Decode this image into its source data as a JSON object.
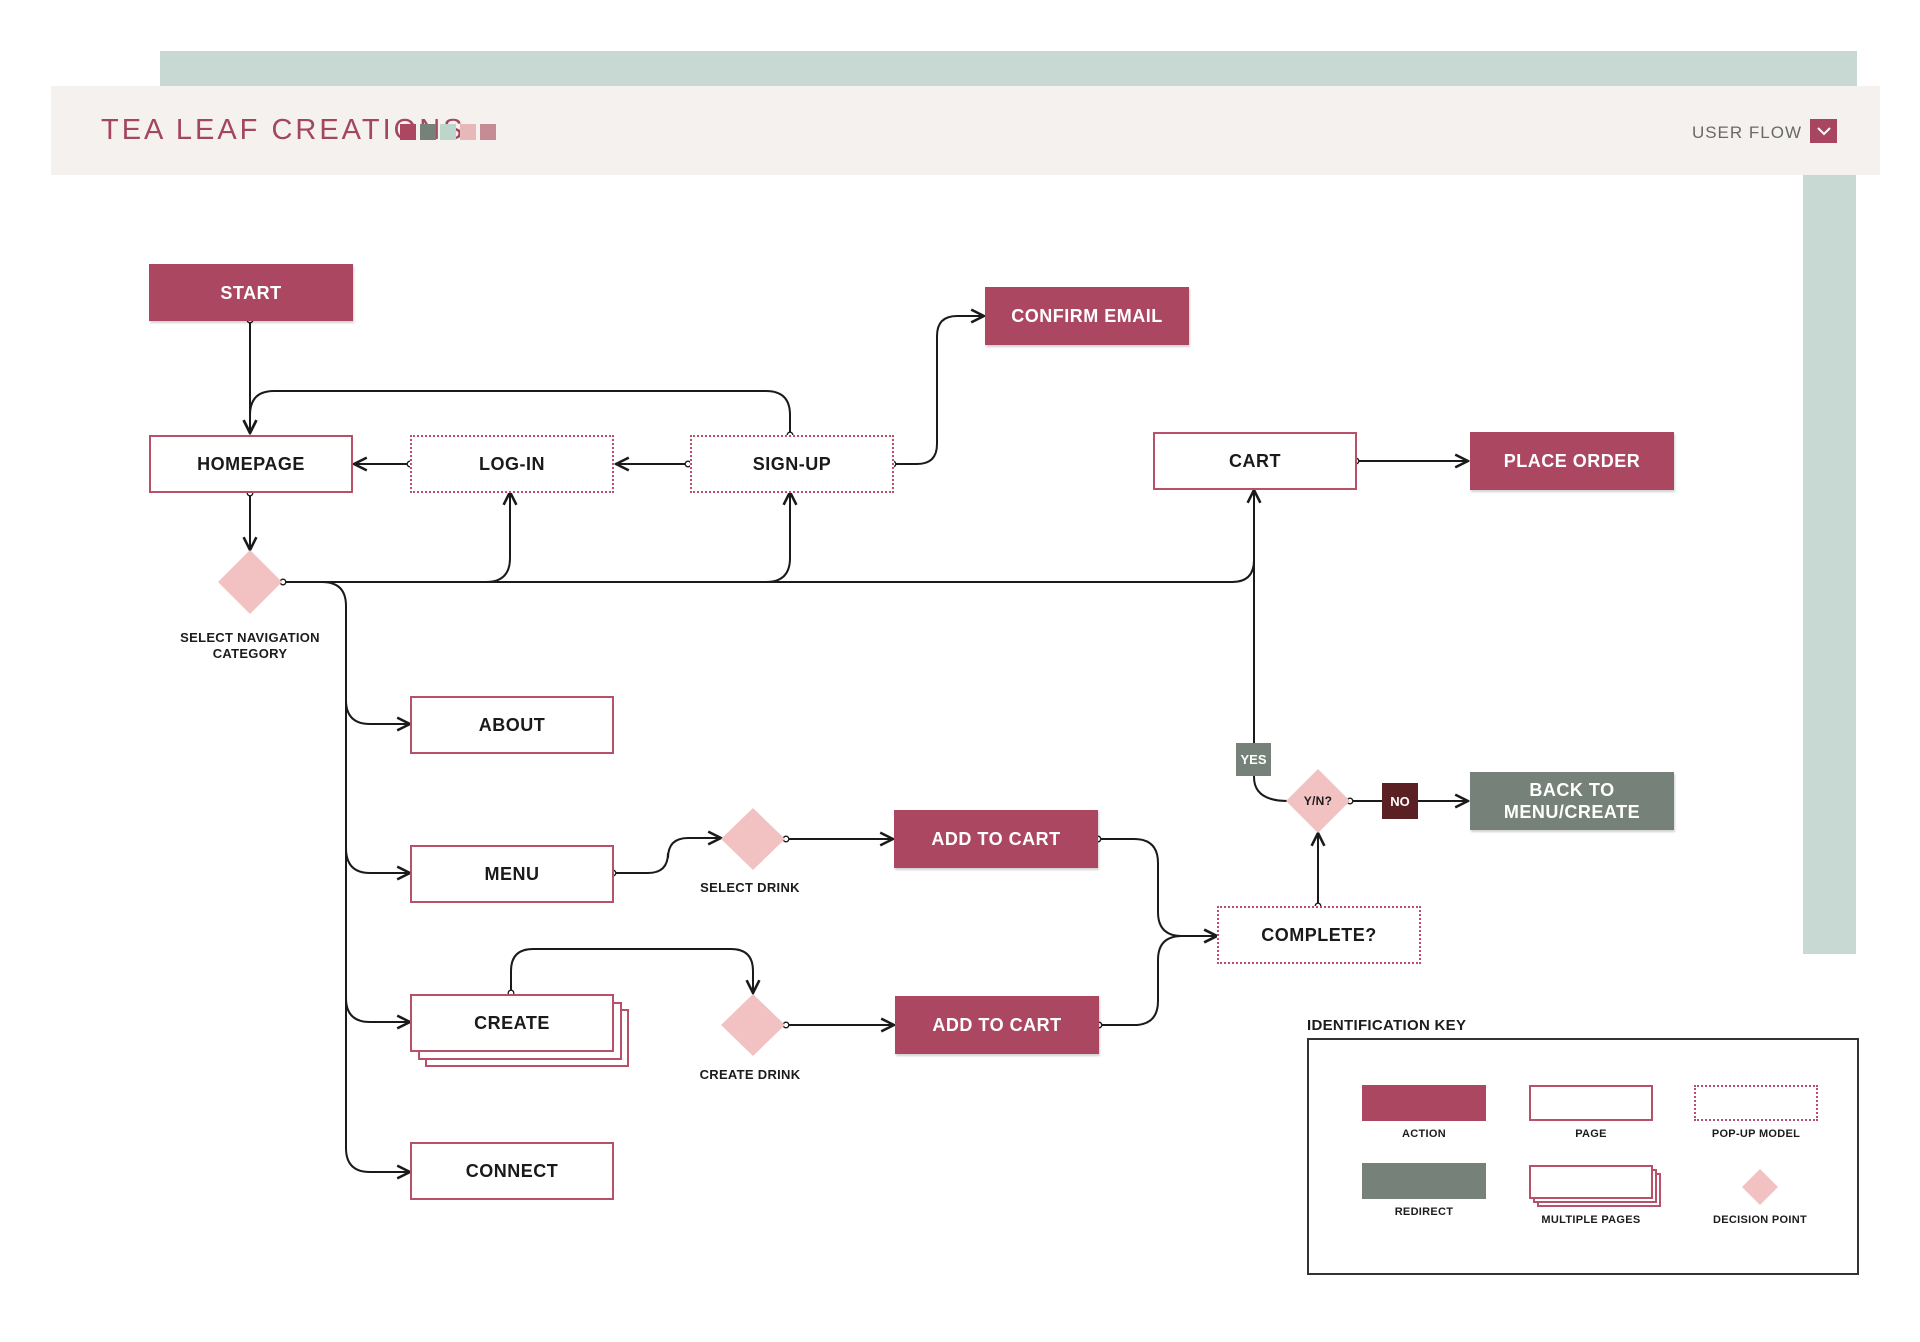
{
  "header": {
    "brand": "TEA LEAF CREATIONS",
    "swatches": [
      "#ac4762",
      "#76817a",
      "#bcd6cc",
      "#e8b7b7",
      "#c58c96"
    ],
    "view_label": "USER FLOW",
    "dropdown_icon": "chevron-down-icon"
  },
  "colors": {
    "action": "#ac4762",
    "page_border": "#b8506a",
    "redirect": "#76817a",
    "decision": "#f2c2c3",
    "yes_tag": "#76817a",
    "no_tag": "#5a2023",
    "band": "#c8d8d2",
    "header_bg": "#f5f1ee"
  },
  "nodes": {
    "start": "START",
    "homepage": "HOMEPAGE",
    "login": "LOG-IN",
    "signup": "SIGN-UP",
    "confirm_email": "CONFIRM EMAIL",
    "cart": "CART",
    "place_order": "PLACE ORDER",
    "about": "ABOUT",
    "menu": "MENU",
    "create": "CREATE",
    "connect": "CONNECT",
    "add_to_cart_1": "ADD TO CART",
    "add_to_cart_2": "ADD TO CART",
    "complete": "COMPLETE?",
    "back_to": "BACK TO",
    "menu_create": "MENU/CREATE"
  },
  "decisions": {
    "select_nav_line1": "SELECT NAVIGATION",
    "select_nav_line2": "CATEGORY",
    "select_drink": "SELECT DRINK",
    "create_drink": "CREATE DRINK",
    "yn": "Y/N?",
    "yes": "YES",
    "no": "NO"
  },
  "key": {
    "title": "IDENTIFICATION KEY",
    "action": "ACTION",
    "page": "PAGE",
    "popup": "POP-UP MODEL",
    "redirect": "REDIRECT",
    "multiple": "MULTIPLE PAGES",
    "decision": "DECISION POINT"
  }
}
